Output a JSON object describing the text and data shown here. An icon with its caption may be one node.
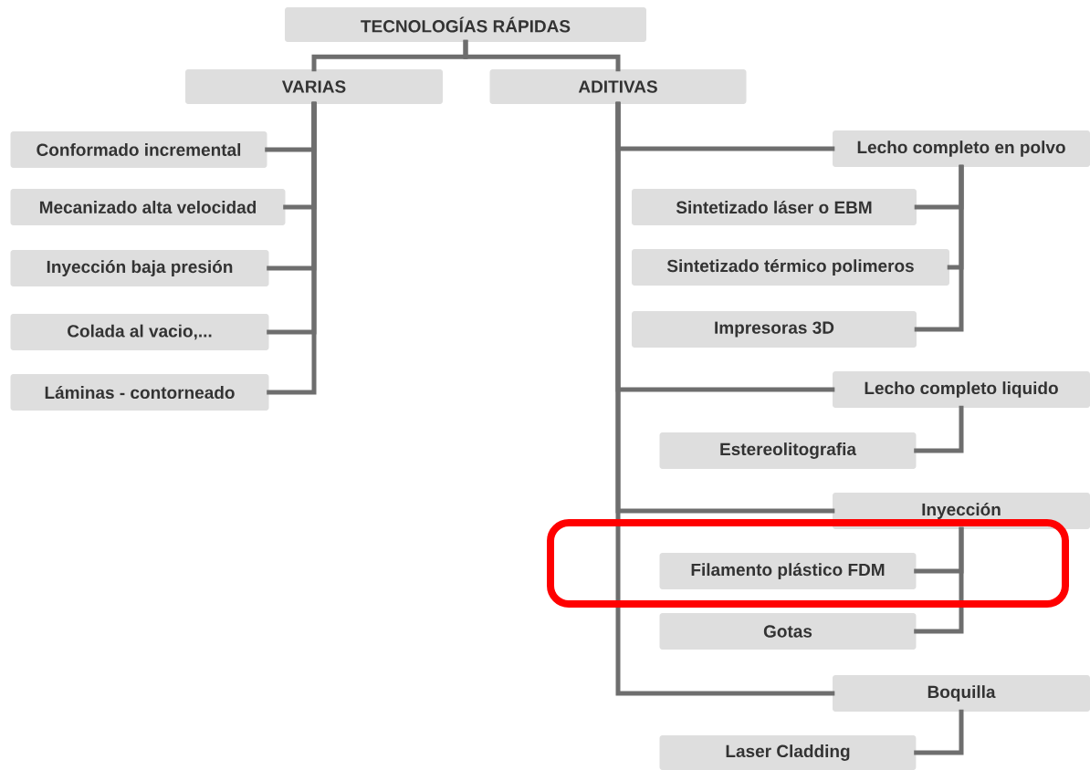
{
  "diagram": {
    "nodes": [
      {
        "text": [
          "TECNOLOGÍAS RÁPIDAS"
        ]
      },
      {
        "text": [
          "VARIAS"
        ]
      },
      {
        "text": [
          "ADITIVAS"
        ]
      },
      {
        "text": [
          "Conformado incremental"
        ]
      },
      {
        "text": [
          "Mecanizado alta velocidad"
        ]
      },
      {
        "text": [
          "Inyección baja presión"
        ]
      },
      {
        "text": [
          "Colada al vacio,..."
        ]
      },
      {
        "text": [
          "Láminas - contorneado"
        ]
      },
      {
        "text": [
          "Lecho completo en polvo"
        ]
      },
      {
        "text": [
          "Sintetizado láser o EBM"
        ]
      },
      {
        "text": [
          "Sintetizado térmico polimeros"
        ]
      },
      {
        "text": [
          "Impresoras 3D"
        ]
      },
      {
        "text": [
          "Lecho completo liquido"
        ]
      },
      {
        "text": [
          "Estereolitografia"
        ]
      },
      {
        "text": [
          "Inyección"
        ]
      },
      {
        "text": [
          "Filamento plástico FDM"
        ]
      },
      {
        "text": [
          "Gotas"
        ]
      },
      {
        "text": [
          "Boquilla"
        ]
      },
      {
        "text": [
          "Laser Cladding"
        ]
      }
    ],
    "edges": [
      {
        "from": 0,
        "to": 1,
        "arrow": "none"
      },
      {
        "from": 0,
        "to": 2,
        "arrow": "none"
      },
      {
        "from": 1,
        "to": 3,
        "arrow": "none"
      },
      {
        "from": 1,
        "to": 4,
        "arrow": "none"
      },
      {
        "from": 1,
        "to": 5,
        "arrow": "none"
      },
      {
        "from": 1,
        "to": 6,
        "arrow": "none"
      },
      {
        "from": 1,
        "to": 7,
        "arrow": "none"
      },
      {
        "from": 2,
        "to": 8,
        "arrow": "none"
      },
      {
        "from": 2,
        "to": 12,
        "arrow": "none"
      },
      {
        "from": 2,
        "to": 14,
        "arrow": "none"
      },
      {
        "from": 2,
        "to": 17,
        "arrow": "none"
      },
      {
        "from": 8,
        "to": 9,
        "arrow": "none"
      },
      {
        "from": 8,
        "to": 10,
        "arrow": "none"
      },
      {
        "from": 8,
        "to": 11,
        "arrow": "none"
      },
      {
        "from": 12,
        "to": 13,
        "arrow": "none"
      },
      {
        "from": 14,
        "to": 15,
        "arrow": "none"
      },
      {
        "from": 14,
        "to": 16,
        "arrow": "none"
      },
      {
        "from": 17,
        "to": 18,
        "arrow": "none"
      }
    ]
  }
}
